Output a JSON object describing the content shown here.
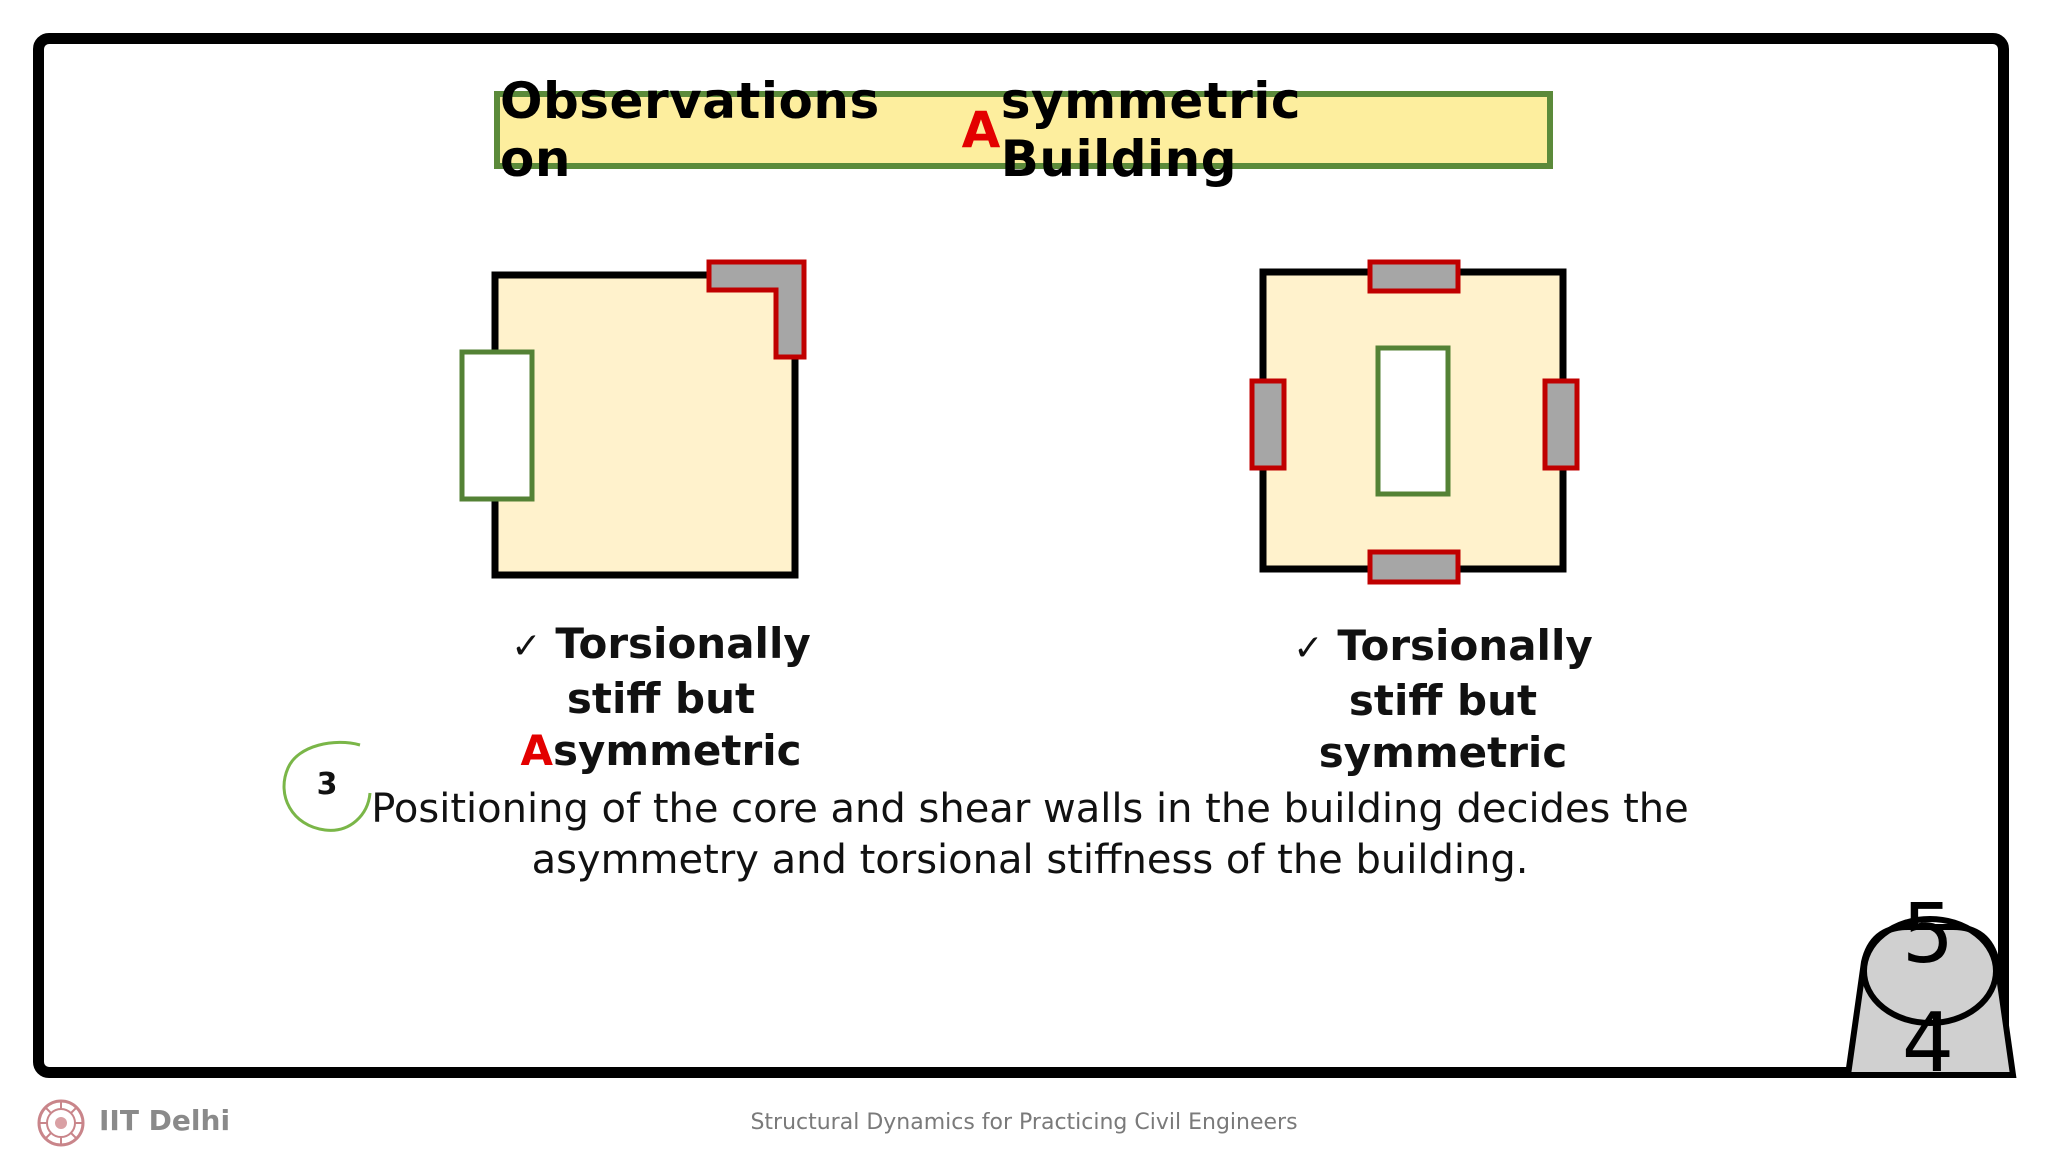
{
  "title": {
    "prefix": "Observations on ",
    "highlight": "A",
    "suffix": "symmetric Building"
  },
  "left_plan": {
    "check_mark": "✓",
    "line1": "Torsionally",
    "line2": "stiff but",
    "line3_highlight": "A",
    "line3_rest": "symmetric"
  },
  "right_plan": {
    "check_mark": "✓",
    "line1": "Torsionally",
    "line2": "stiff but",
    "line3": "symmetric"
  },
  "observation": {
    "number": "3",
    "line1": "Positioning of the core and shear walls in the building decides the",
    "line2": "asymmetry and torsional stiffness of the building."
  },
  "page_number": {
    "top": "5",
    "bottom": "4"
  },
  "footer": {
    "institute": "IIT Delhi",
    "course": "Structural Dynamics for Practicing Civil Engineers"
  },
  "colors": {
    "title_fill": "#fdee9e",
    "title_border": "#5b8a3a",
    "plan_fill": "#fff2cc",
    "shear_wall_fill": "#a6a6a6",
    "shear_wall_border": "#c00000",
    "core_border": "#548235",
    "highlight": "#e30000"
  },
  "icons": {
    "check": "check-mark-icon",
    "logo": "iit-delhi-emblem-icon"
  }
}
